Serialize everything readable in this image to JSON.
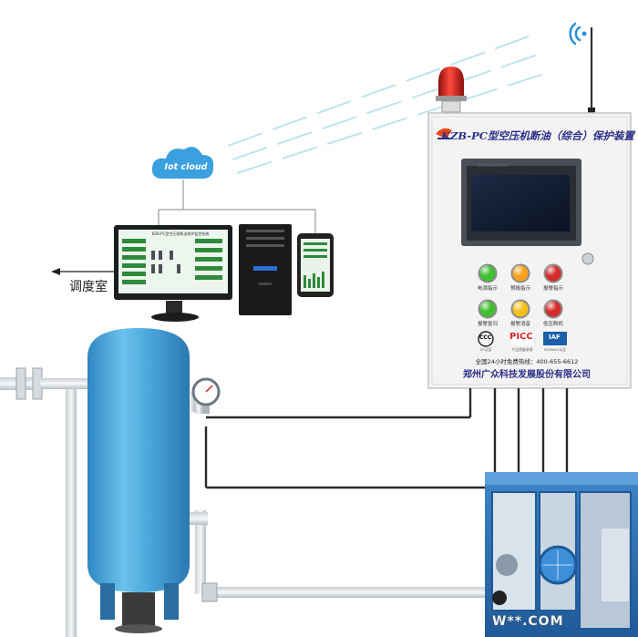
{
  "cabinet": {
    "title": "KZB-PC型空压机断油（综合）保护装置",
    "screen_brand": "GUANGZHONG",
    "buttons": [
      {
        "label": "电源指示",
        "color": "#3fbf2f"
      },
      {
        "label": "预报指示",
        "color": "#f7a21b"
      },
      {
        "label": "报警指示",
        "color": "#d42a2a"
      },
      {
        "label": "报警复归",
        "color": "#3fbf2f"
      },
      {
        "label": "报警消音",
        "color": "#f2c21b"
      },
      {
        "label": "低压断机",
        "color": "#d42a2a"
      }
    ],
    "certifications": [
      {
        "mark": "CCC",
        "caption": "3C认证",
        "color": "#222222"
      },
      {
        "mark": "PICC",
        "caption": "产品质量承保",
        "color": "#d8232a"
      },
      {
        "mark": "IAF",
        "caption": "ISO9001认证",
        "color": "#1b5fa8"
      }
    ],
    "hotline": "全国24小时免费热线：400-655-6612",
    "company": "郑州广众科技发展股份有限公司"
  },
  "cloud": {
    "label": "Iot cloud"
  },
  "monitor": {
    "title": "KZB-PC型空压机断油保护监控系统"
  },
  "control_room": {
    "label": "调度室"
  },
  "watermark": {
    "text": "W**.COM"
  },
  "colors": {
    "cabinet_body": "#f2f2f2",
    "tank": "#4aa8dc",
    "pipe": "#e6e9ec",
    "cable": "#2a2a2a",
    "wireless": "#bfe3f0",
    "compressor": "#2c6fb4",
    "alarm_lamp": "#d21a1a",
    "brand_blue": "#2b2f86"
  },
  "icons": [
    "wifi-signal-icon",
    "antenna-icon",
    "alarm-lamp-icon",
    "cloud-icon",
    "arrow-left-icon",
    "pressure-gauge-icon"
  ]
}
